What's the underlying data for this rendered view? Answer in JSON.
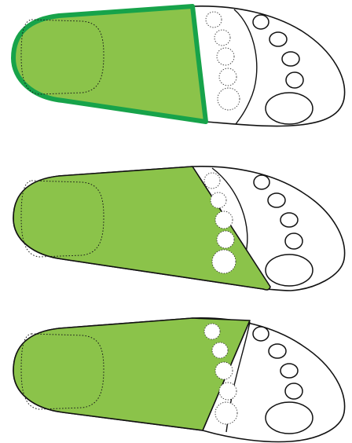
{
  "colors": {
    "insole_green": "#8bc34a",
    "border_green": "#17a34a",
    "outline": "#111111"
  },
  "figures": [
    {
      "id": "full-length",
      "shading": "rear-and-mid-to-metatarsal-line",
      "heavy_border": true
    },
    {
      "id": "diagonal-metatarsal",
      "shading": "rear-and-mid-with-diagonal-forefoot-edge",
      "heavy_border": false
    },
    {
      "id": "sulcus",
      "shading": "rear-and-mid-ending-behind-toes",
      "heavy_border": false
    }
  ]
}
